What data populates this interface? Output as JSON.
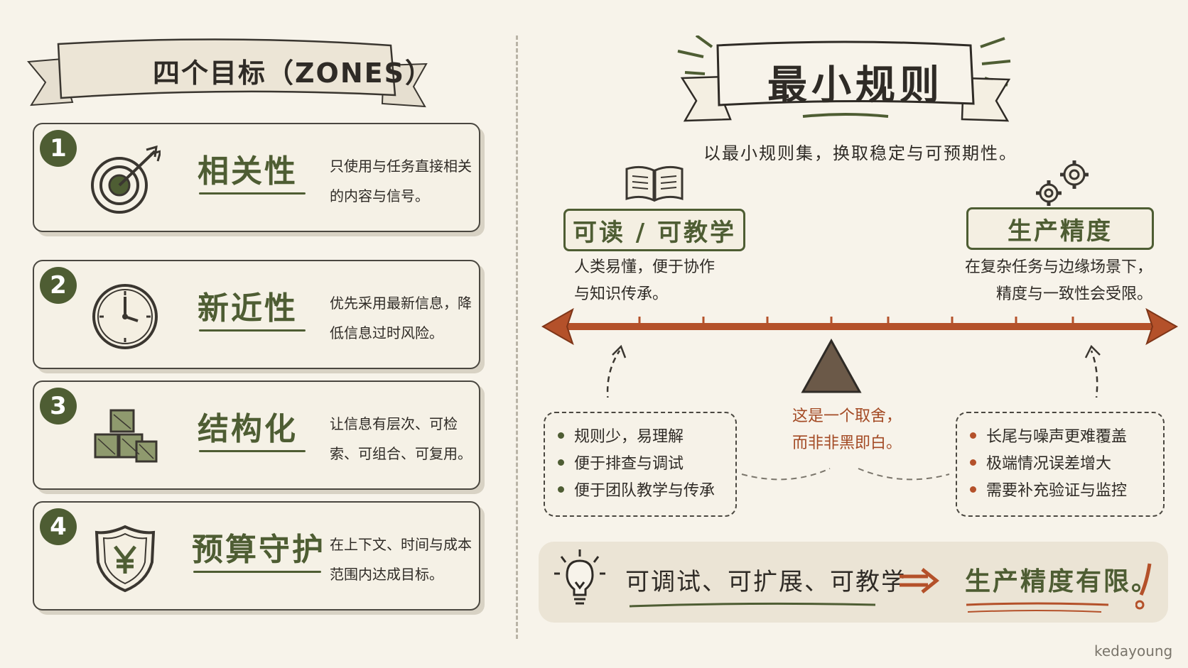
{
  "left_panel": {
    "title": "四个目标（ZONES）",
    "zones": [
      {
        "number": "1",
        "title": "相关性",
        "description": "只使用与任务直接相关的内容与信号。",
        "icon": "target-icon"
      },
      {
        "number": "2",
        "title": "新近性",
        "description": "优先采用最新信息，降低信息过时风险。",
        "icon": "clock-icon"
      },
      {
        "number": "3",
        "title": "结构化",
        "description": "让信息有层次、可检索、可组合、可复用。",
        "icon": "cubes-icon"
      },
      {
        "number": "4",
        "title": "预算守护",
        "description": "在上下文、时间与成本范围内达成目标。",
        "icon": "yen-shield-icon"
      }
    ]
  },
  "right_panel": {
    "title": "最小规则",
    "subtitle": "以最小规则集，换取稳定与可预期性。",
    "left_end": {
      "label": "可读 / 可教学",
      "description_lines": [
        "人类易懂，便于协作",
        "与知识传承。"
      ],
      "icon": "book-icon",
      "bullets": [
        "规则少，易理解",
        "便于排查与调试",
        "便于团队教学与传承"
      ]
    },
    "right_end": {
      "label": "生产精度",
      "description_lines": [
        "在复杂任务与边缘场景下，",
        "精度与一致性会受限。"
      ],
      "icon": "gears-icon",
      "bullets": [
        "长尾与噪声更难覆盖",
        "极端情况误差增大",
        "需要补充验证与监控"
      ]
    },
    "tradeoff_lines": [
      "这是一个取舍，",
      "而非非黑即白。"
    ],
    "bottom": {
      "left_text": "可调试、可扩展、可教学",
      "right_text": "生产精度有限。",
      "icon": "lightbulb-icon"
    }
  },
  "signature": "kedayoung",
  "colors": {
    "background": "#f7f3ea",
    "olive": "#4e5d33",
    "rust": "#b4512a",
    "ink": "#2f2b26"
  }
}
